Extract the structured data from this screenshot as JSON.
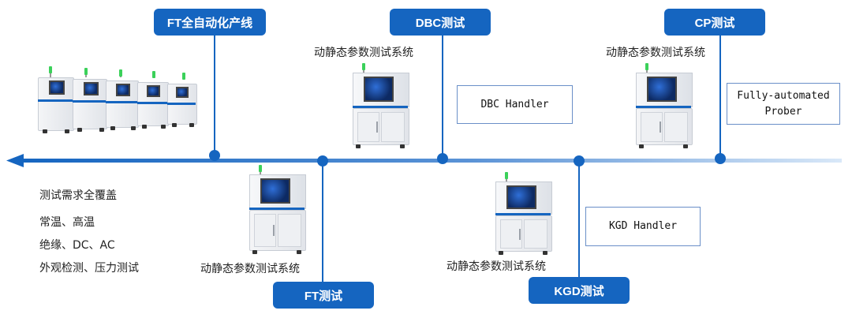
{
  "labels": {
    "ft_line": "FT全自动化产线",
    "dbc_test": "DBC测试",
    "cp_test": "CP测试",
    "ft_test": "FT测试",
    "kgd_test": "KGD测试"
  },
  "captions": {
    "dbc_system": "动静态参数测试系统",
    "cp_system": "动静态参数测试系统",
    "ft_system": "动静态参数测试系统",
    "kgd_system": "动静态参数测试系统"
  },
  "handlers": {
    "dbc": "DBC Handler",
    "kgd": "KGD Handler",
    "prober_line1": "Fully-automated",
    "prober_line2": "Prober"
  },
  "requirements": {
    "title": "测试需求全覆盖",
    "items": [
      "常温、高温",
      "绝缘、DC、AC",
      "外观检测、压力测试"
    ]
  },
  "colors": {
    "accent": "#1565c0",
    "arrow_light": "#cfe2f7",
    "box_border": "#6a8fc8"
  },
  "icons": {
    "arrow": "timeline-arrow",
    "machine": "test-machine-image",
    "line_machines": "production-line-image"
  }
}
